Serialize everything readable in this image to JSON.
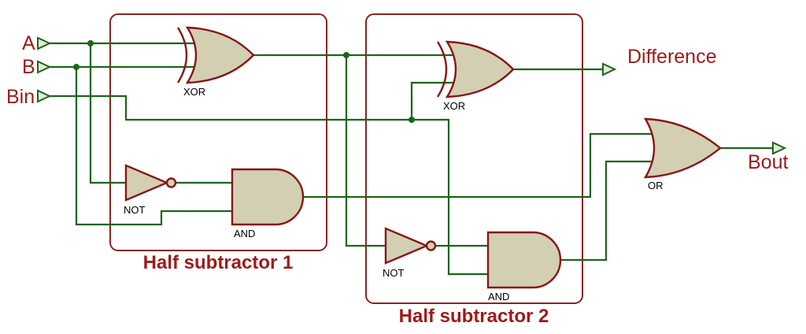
{
  "colors": {
    "background": "#ffffff",
    "wire_green": "#1a661a",
    "gate_stroke": "#871717",
    "gate_fill": "#d3cfb3",
    "port_fill": "#e9e7d6",
    "box_stroke": "#8b2323",
    "label_red": "#9d1b1b",
    "gate_label_black": "#000000"
  },
  "diagram": {
    "inputs": {
      "a": "A",
      "b": "B",
      "bin": "Bin"
    },
    "outputs": {
      "difference": "Difference",
      "bout": "Bout"
    },
    "blocks": {
      "hs1": "Half subtractor 1",
      "hs2": "Half subtractor 2"
    },
    "gate_labels": {
      "xor1": "XOR",
      "not1": "NOT",
      "and1": "AND",
      "xor2": "XOR",
      "not2": "NOT",
      "and2": "AND",
      "or": "OR"
    }
  }
}
